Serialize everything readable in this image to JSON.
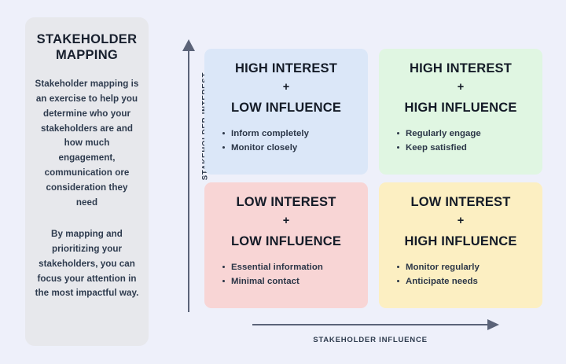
{
  "page": {
    "background_color": "#eef0fa",
    "diagram_type": "stakeholder-mapping-matrix"
  },
  "sidebar": {
    "title": "STAKEHOLDER MAPPING",
    "paragraph_1": "Stakeholder mapping is an exercise to help you determine who your stakeholders are and how much engagement, communication ore consideration they need",
    "paragraph_2": "By mapping and prioritizing your stakeholders, you can focus your attention in the most impactful way.",
    "background_color": "#e7e8ec"
  },
  "axes": {
    "y_label": "STAKEHOLDER INTEREST",
    "x_label": "STAKEHOLDER INFLUENCE",
    "axis_color": "#5b6378"
  },
  "chart_data": {
    "type": "table",
    "title": "STAKEHOLDER MAPPING",
    "xlabel": "STAKEHOLDER INFLUENCE",
    "ylabel": "STAKEHOLDER INTEREST",
    "categories": [
      "High Interest + Low Influence",
      "High Interest + High Influence",
      "Low Interest + Low Influence",
      "Low Interest + High Influence"
    ],
    "quadrants": [
      {
        "position": "top-left",
        "interest": "HIGH INTEREST",
        "separator": "+",
        "influence": "LOW INFLUENCE",
        "actions": [
          "Inform completely",
          "Monitor closely"
        ],
        "color": "#dbe7f8"
      },
      {
        "position": "top-right",
        "interest": "HIGH INTEREST",
        "separator": "+",
        "influence": "HIGH INFLUENCE",
        "actions": [
          "Regularly engage",
          "Keep satisfied"
        ],
        "color": "#e0f6e2"
      },
      {
        "position": "bottom-left",
        "interest": "LOW INTEREST",
        "separator": "+",
        "influence": "LOW INFLUENCE",
        "actions": [
          "Essential information",
          "Minimal contact"
        ],
        "color": "#f8d5d5"
      },
      {
        "position": "bottom-right",
        "interest": "LOW INTEREST",
        "separator": "+",
        "influence": "HIGH INFLUENCE",
        "actions": [
          "Monitor regularly",
          "Anticipate needs"
        ],
        "color": "#fcefc2"
      }
    ]
  }
}
